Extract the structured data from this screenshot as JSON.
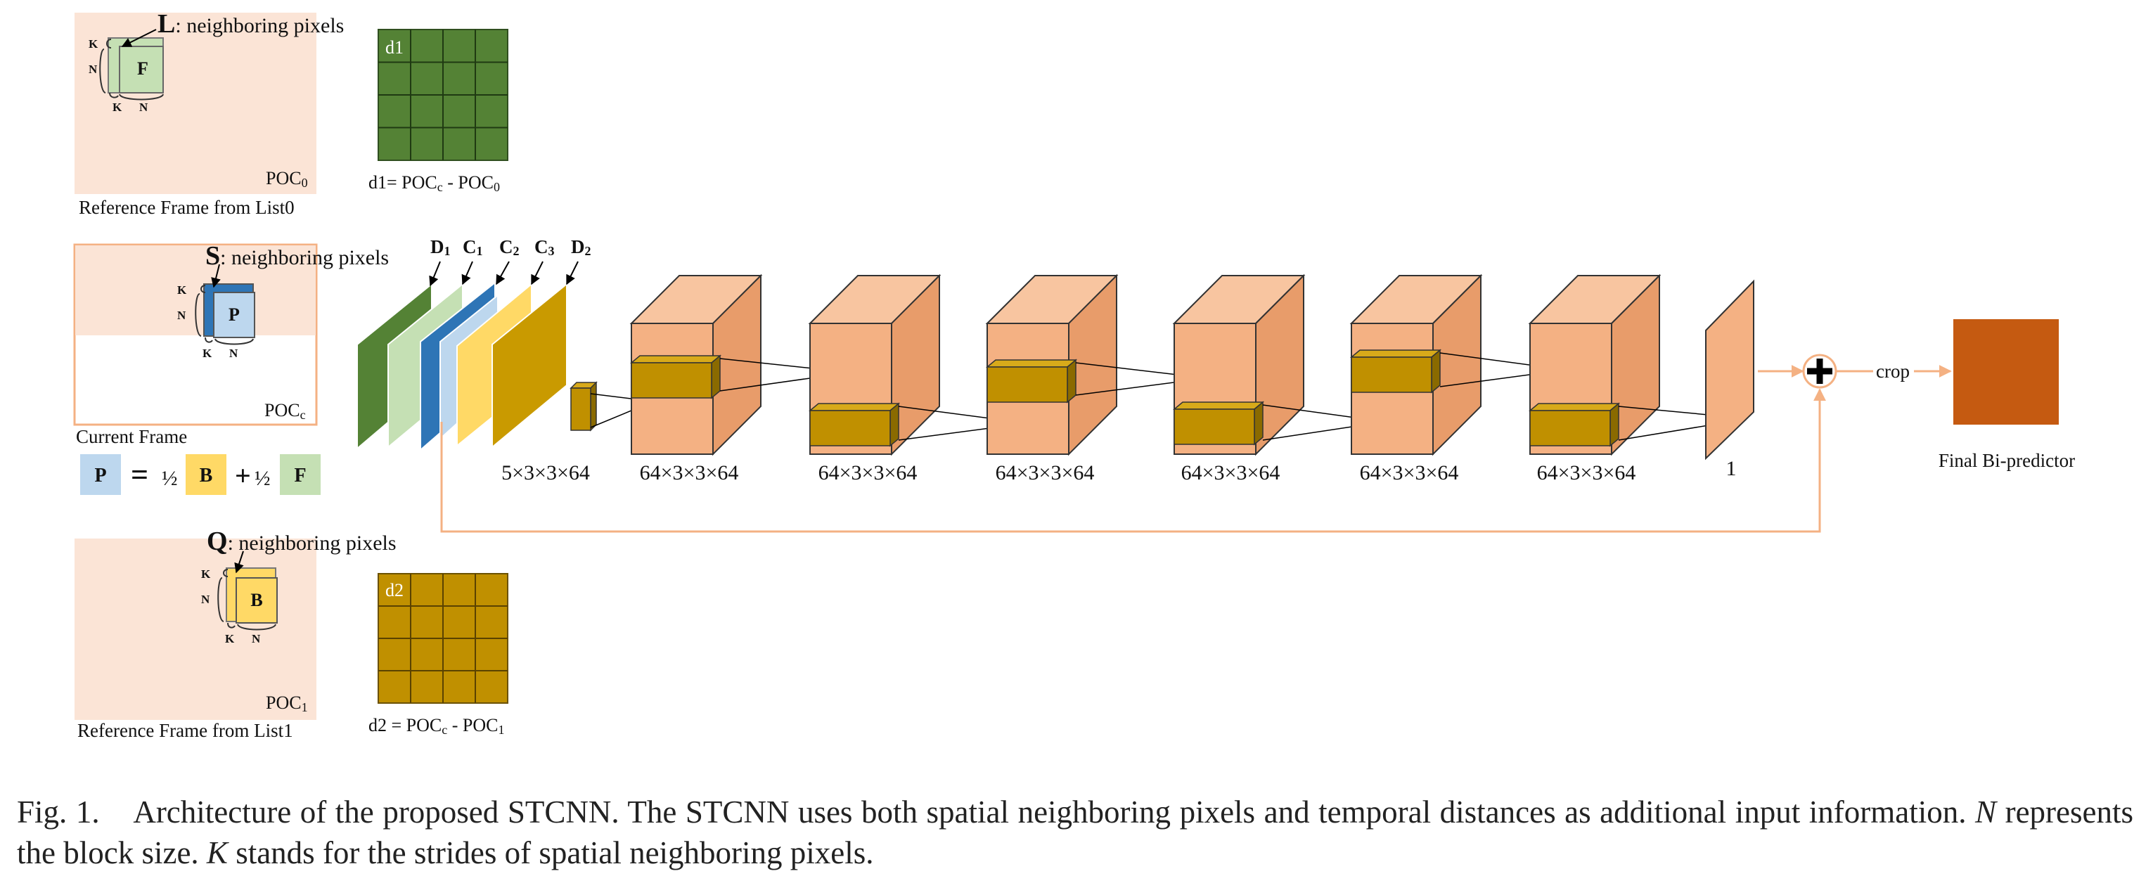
{
  "colors": {
    "ref_panel": "#fbe4d6",
    "cube": "#f4b183",
    "kernel": "#c09000",
    "dark_green": "#548235",
    "light_green": "#c5e0b4",
    "blue": "#2e75b6",
    "light_blue": "#bdd7ee",
    "yellow": "#ffd966",
    "gold": "#c99a00",
    "output": "#c55a11",
    "skip_line": "#f4b183"
  },
  "ref0": {
    "neighbor_letter": "L",
    "neighbor_text": ": neighboring pixels",
    "block": "F",
    "k": "K",
    "n": "N",
    "poc": "POC",
    "poc_sub": "0",
    "caption": "Reference Frame from List0"
  },
  "current": {
    "neighbor_letter": "S",
    "neighbor_text": ": neighboring pixels",
    "block": "P",
    "k": "K",
    "n": "N",
    "poc": "POC",
    "poc_sub": "c",
    "caption": "Current Frame"
  },
  "ref1": {
    "neighbor_letter": "Q",
    "neighbor_text": ": neighboring pixels",
    "block": "B",
    "k": "K",
    "n": "N",
    "poc": "POC",
    "poc_sub": "1",
    "caption": "Reference Frame from List1"
  },
  "d1": {
    "label": "d1",
    "eq_prefix": "d1= POC",
    "eq_sub1": "c",
    "eq_mid": " - POC",
    "eq_sub2": "0"
  },
  "d2": {
    "label": "d2",
    "eq_prefix": "d2 = POC",
    "eq_sub1": "c",
    "eq_mid": " - POC",
    "eq_sub2": "1"
  },
  "formula": {
    "p": "P",
    "equals": "=",
    "half": "½",
    "b": "B",
    "plus": "+",
    "f": "F"
  },
  "inputs": [
    {
      "letter": "D",
      "sub": "1"
    },
    {
      "letter": "C",
      "sub": "1"
    },
    {
      "letter": "C",
      "sub": "2"
    },
    {
      "letter": "C",
      "sub": "3"
    },
    {
      "letter": "D",
      "sub": "2"
    }
  ],
  "layer_labels": [
    "5×3×3×64",
    "64×3×3×64",
    "64×3×3×64",
    "64×3×3×64",
    "64×3×3×64",
    "64×3×3×64",
    "64×3×3×64",
    "1"
  ],
  "crop": "crop",
  "final": "Final Bi-predictor",
  "caption": {
    "fig": "Fig. 1.",
    "text1": "Architecture of the proposed STCNN. The STCNN uses both spatial neighboring pixels and temporal distances as additional input information.",
    "n": "N",
    "text2": " represents the block size. ",
    "k": "K",
    "text3": " stands for the strides of spatial neighboring pixels."
  }
}
